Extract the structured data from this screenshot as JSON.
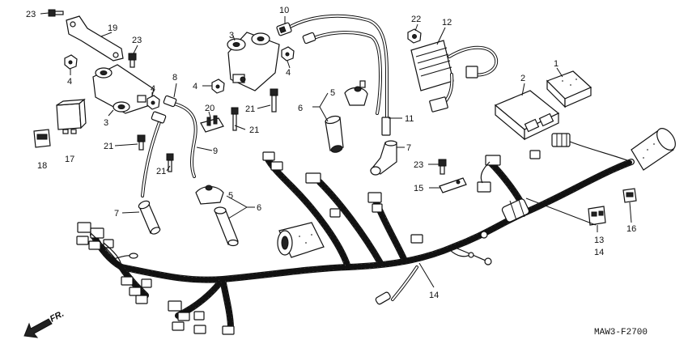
{
  "diagram_code": "MAW3-F2700",
  "direction_label": "FR.",
  "callouts": {
    "c1": "1",
    "c2": "2",
    "c3a": "3",
    "c3b": "3",
    "c4a": "4",
    "c4b": "4",
    "c4c": "4",
    "c4d": "4",
    "c5a": "5",
    "c5b": "5",
    "c6a": "6",
    "c6b": "6",
    "c7a": "7",
    "c7b": "7",
    "c8": "8",
    "c9": "9",
    "c10": "10",
    "c11": "11",
    "c12": "12",
    "c13": "13",
    "c14a": "14",
    "c14b": "14",
    "c15": "15",
    "c16": "16",
    "c17": "17",
    "c18": "18",
    "c19": "19",
    "c20": "20",
    "c21a": "21",
    "c21b": "21",
    "c21c": "21",
    "c21d": "21",
    "c22": "22",
    "c23a": "23",
    "c23b": "23",
    "c23c": "23"
  }
}
